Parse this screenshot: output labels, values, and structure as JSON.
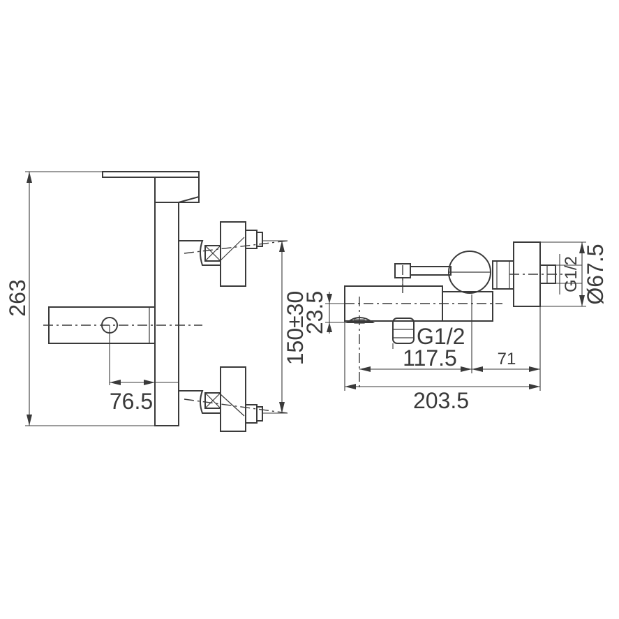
{
  "dimensions": {
    "overall_height": "263",
    "handle_offset": "76.5",
    "inlet_spacing": "150±30",
    "spout_offset": "23.5",
    "spout_thread": "G1/2",
    "body_length": "117.5",
    "inlet_offset": "71",
    "overall_depth": "203.5",
    "inlet_thread": "G1/2",
    "escutcheon_diameter": "Ø67.5"
  },
  "colors": {
    "line": "#3a3a3a",
    "background": "#ffffff"
  }
}
